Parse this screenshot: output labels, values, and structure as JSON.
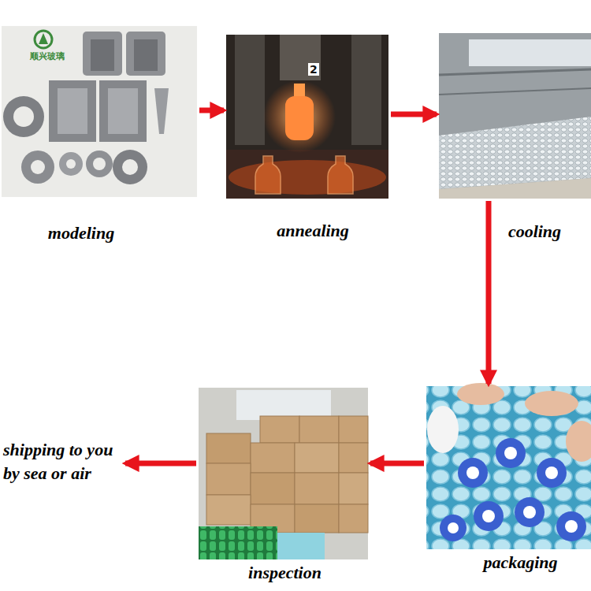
{
  "diagram": {
    "nodes": [
      {
        "text": [
          "modeling"
        ]
      },
      {
        "text": [
          "annealing"
        ]
      },
      {
        "text": [
          "cooling"
        ]
      },
      {
        "text": [
          "packaging"
        ]
      },
      {
        "text": [
          "inspection"
        ]
      },
      {
        "text": [
          "shipping to you by sea or air"
        ]
      }
    ],
    "edges": [
      {
        "from": 0,
        "to": 1,
        "arrow": "to"
      },
      {
        "from": 1,
        "to": 2,
        "arrow": "to"
      },
      {
        "from": 2,
        "to": 3,
        "arrow": "to"
      },
      {
        "from": 3,
        "to": 4,
        "arrow": "to"
      },
      {
        "from": 4,
        "to": 5,
        "arrow": "to"
      }
    ],
    "labels": [
      "顺兴玻璃",
      "2"
    ]
  }
}
